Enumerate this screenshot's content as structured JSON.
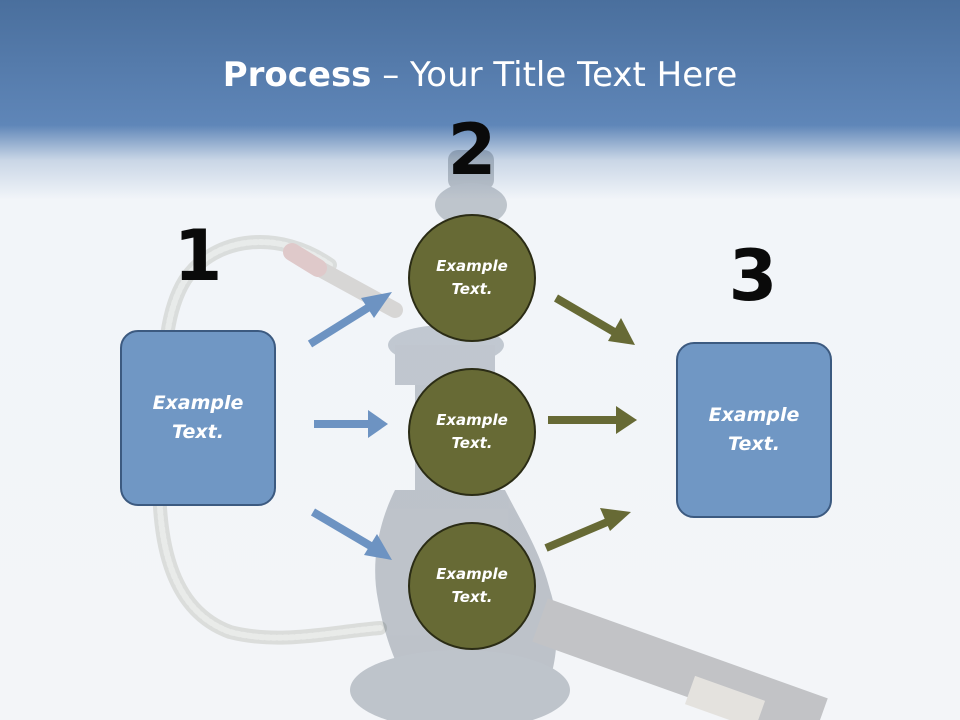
{
  "slide": {
    "title_bold": "Process",
    "title_rest": " – Your Title Text Here"
  },
  "steps": [
    {
      "number": "1"
    },
    {
      "number": "2"
    },
    {
      "number": "3"
    }
  ],
  "boxes": {
    "left": "Example Text.",
    "right": "Example Text."
  },
  "circles": [
    {
      "text": "Example Text."
    },
    {
      "text": "Example Text."
    },
    {
      "text": "Example Text."
    }
  ],
  "colors": {
    "header_blue": "#5f86b8",
    "box_fill": "#7097c4",
    "box_border": "#3c5a80",
    "circle_fill": "#676a35",
    "circle_border": "#2b2c15",
    "blue_arrow": "#6d93c2",
    "olive_arrow": "#676a35"
  }
}
